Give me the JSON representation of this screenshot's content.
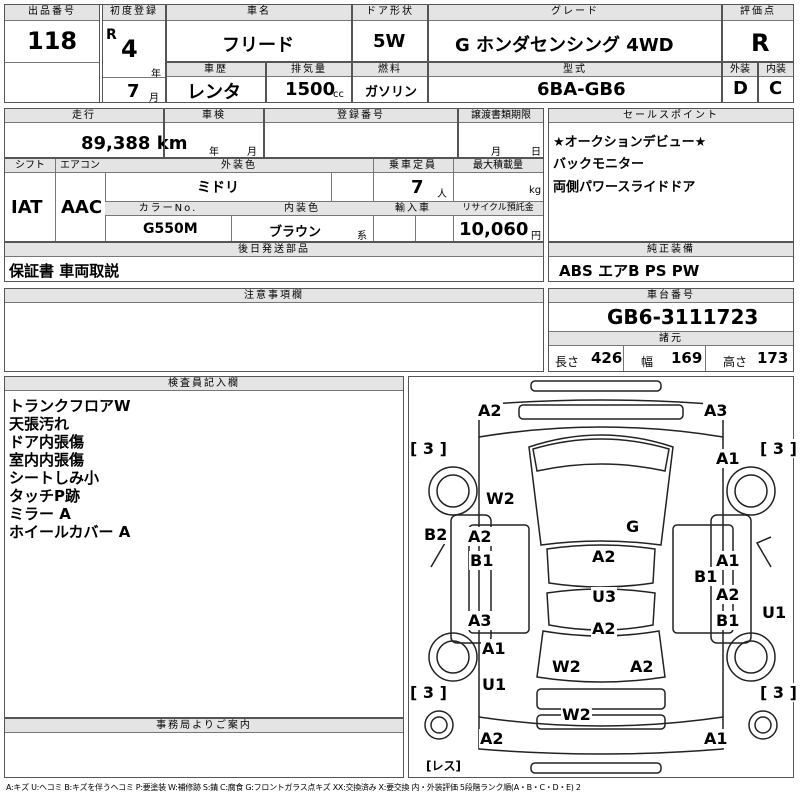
{
  "header": {
    "lot_label": "出品番号",
    "lot_value": "118",
    "first_reg_label": "初度登録",
    "era": "R",
    "reg_year": "4",
    "year_unit": "年",
    "reg_month": "7",
    "month_unit": "月",
    "car_name_label": "車名",
    "car_name": "フリード",
    "door_label": "ドア形状",
    "door": "5W",
    "grade_label": "グレード",
    "grade": "G ホンダセンシング 4WD",
    "score_label": "評価点",
    "score": "R",
    "exterior_label": "外装",
    "exterior": "D",
    "interior_label": "内装",
    "interior": "C",
    "history_label": "車歴",
    "history": "レンタ",
    "displacement_label": "排気量",
    "displacement": "1500",
    "displacement_unit": "cc",
    "fuel_label": "燃料",
    "fuel": "ガソリン",
    "model_label": "型式",
    "model": "6BA-GB6"
  },
  "row2": {
    "mileage_label": "走行",
    "mileage": "89,388 km",
    "inspection_label": "車検",
    "insp_year": "年",
    "insp_month": "月",
    "plate_label": "登録番号",
    "delivery_label": "譲渡書類期限",
    "deliv_month": "月",
    "deliv_day": "日",
    "shift_label": "シフト",
    "shift": "IAT",
    "aircon_label": "エアコン",
    "aircon": "AAC",
    "ext_color_label": "外装色",
    "ext_color": "ミドリ",
    "capacity_label": "乗車定員",
    "capacity": "7",
    "capacity_unit": "人",
    "maxload_label": "最大積載量",
    "maxload_unit": "kg",
    "color_no_label": "カラーNo.",
    "color_no": "G550M",
    "int_color_label": "内装色",
    "int_color": "ブラウン",
    "int_color_unit": "系",
    "import_label": "輸入車",
    "recycle_label": "リサイクル預託金",
    "recycle": "10,060",
    "recycle_unit": "円",
    "later_parts_label": "後日発送部品",
    "later_parts": "保証書 車両取説"
  },
  "sales": {
    "label": "セールスポイント",
    "lines": [
      "★オークションデビュー★",
      "バックモニター",
      "両側パワースライドドア"
    ]
  },
  "equipment": {
    "label": "純正装備",
    "value": "ABS エアB PS PW"
  },
  "notes": {
    "label": "注意事項欄"
  },
  "chassis": {
    "label": "車台番号",
    "value": "GB6-3111723",
    "spec_label": "諸元",
    "length_label": "長さ",
    "length": "426",
    "width_label": "幅",
    "width": "169",
    "height_label": "高さ",
    "height": "173"
  },
  "inspector": {
    "label": "検査員記入欄",
    "lines": [
      "トランクフロアW",
      "天張汚れ",
      "ドア内張傷",
      "室内内張傷",
      "シートしみ小",
      "タッチP跡",
      "ミラー A",
      "ホイールカバー A"
    ]
  },
  "office": {
    "label": "事務局よりご案内"
  },
  "diagram": {
    "codes": [
      "A2",
      "A3",
      "[ 3 ]",
      "[ 3 ]",
      "A1",
      "W2",
      "G",
      "B2",
      "A2",
      "B1",
      "A2",
      "A1",
      "B1",
      "U3",
      "A2",
      "B1",
      "A3",
      "A2",
      "U1",
      "A1",
      "W2",
      "A2",
      "U1",
      "[ 3 ]",
      "[ 3 ]",
      "W2",
      "A2",
      "A1",
      "[レス]"
    ]
  },
  "footer": {
    "legend": "A:キズ U:ヘコミ B:キズを伴うヘコミ P:要塗装 W:補修跡 S:錆 C:腐食 G:フロントガラス点キズ XX:交換済み X:要交換 内・外装評価 5段階ランク順(A・B・C・D・E) 2"
  }
}
